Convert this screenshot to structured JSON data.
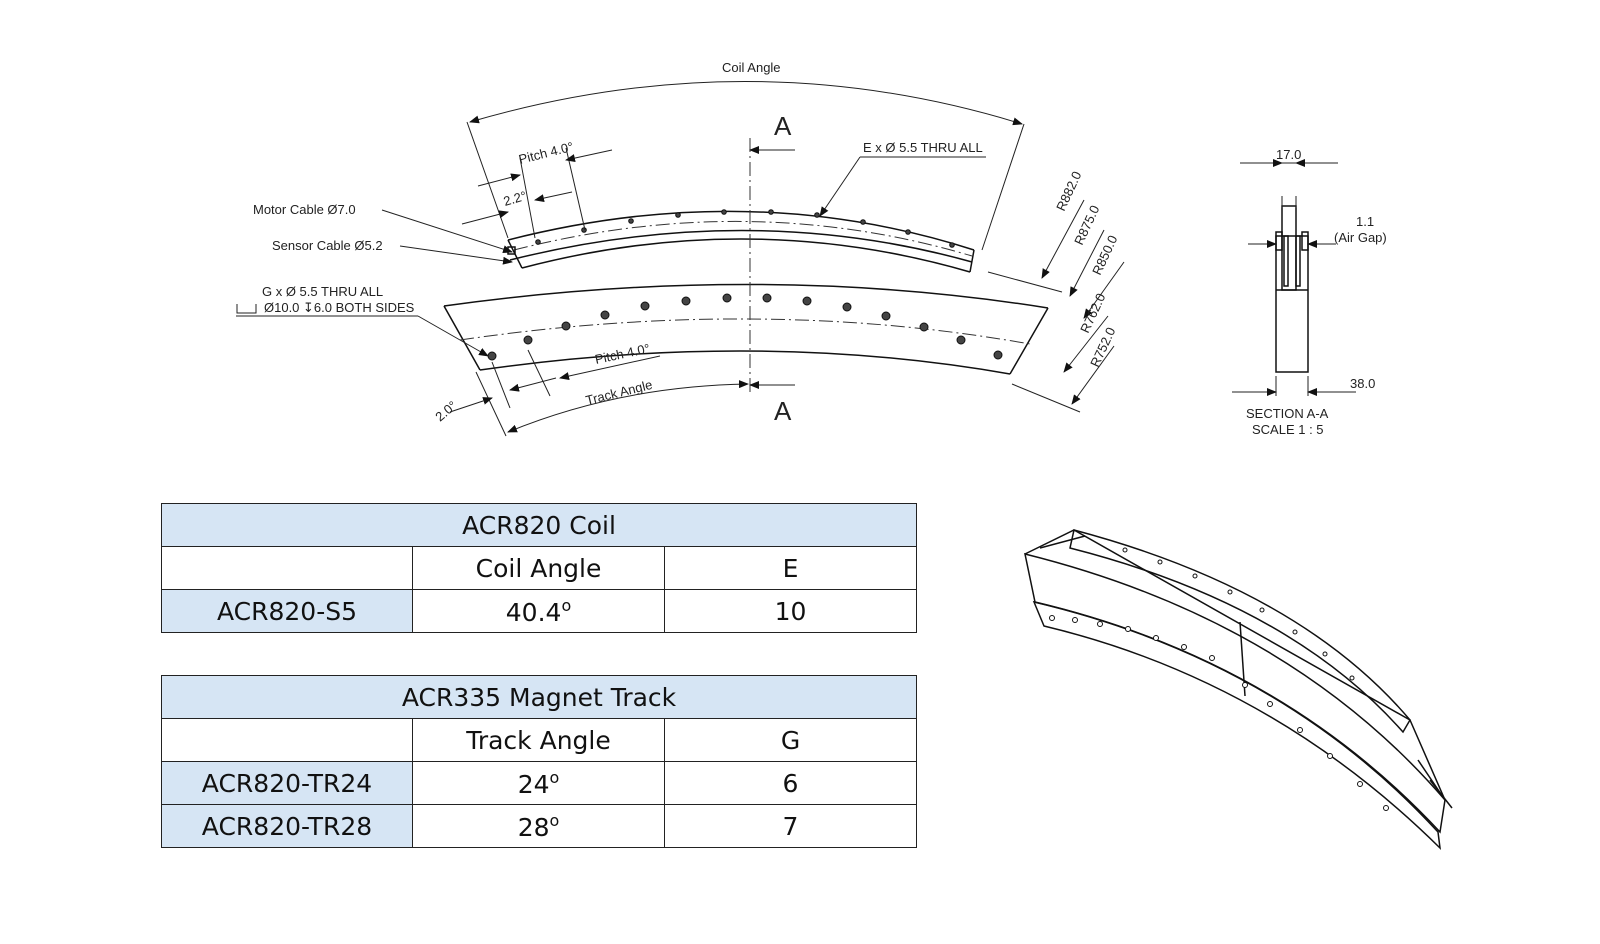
{
  "drawing": {
    "labels": {
      "coil_angle": "Coil Angle",
      "section_marker": "A",
      "pitch_coil": "Pitch 4.0°",
      "offset_coil": "2.2°",
      "e_holes": "E x  Ø 5.5 THRU ALL",
      "motor_cable": "Motor Cable  Ø7.0",
      "sensor_cable": "Sensor Cable  Ø5.2",
      "g_holes": "G x  Ø 5.5 THRU ALL",
      "g_counterbore": "Ø10.0 ↧6.0 BOTH SIDES",
      "r882": "R882.0",
      "r875": "R875.0",
      "r850": "R850.0",
      "r762": "R762.0",
      "r752": "R752.0",
      "pitch_track": "Pitch 4.0°",
      "track_angle": "Track Angle",
      "offset_track": "2.0°",
      "section_width": "17.0",
      "air_gap_value": "1.1",
      "air_gap_label": "(Air Gap)",
      "section_height": "38.0",
      "section_title": "SECTION A-A",
      "section_scale": "SCALE 1 : 5"
    }
  },
  "coil_table": {
    "title": "ACR820 Coil",
    "col_angle": "Coil Angle",
    "col_e": "E",
    "rows": [
      {
        "model": "ACR820-S5",
        "angle": "40.4",
        "deg": "o",
        "value": "10"
      }
    ]
  },
  "track_table": {
    "title": "ACR335 Magnet Track",
    "col_angle": "Track Angle",
    "col_g": "G",
    "rows": [
      {
        "model": "ACR820-TR24",
        "angle": "24",
        "deg": "o",
        "value": "6"
      },
      {
        "model": "ACR820-TR28",
        "angle": "28",
        "deg": "o",
        "value": "7"
      }
    ]
  }
}
